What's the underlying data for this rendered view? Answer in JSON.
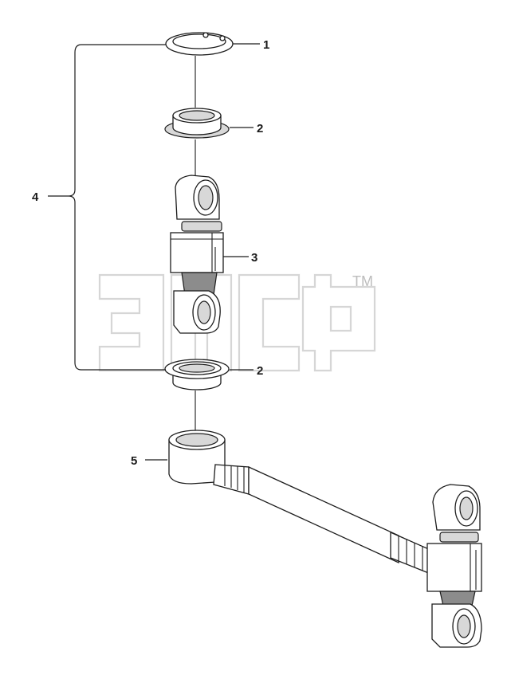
{
  "callouts": [
    {
      "id": "ring",
      "label": "1"
    },
    {
      "id": "bushing-top",
      "label": "2"
    },
    {
      "id": "joint",
      "label": "3"
    },
    {
      "id": "assembly",
      "label": "4"
    },
    {
      "id": "bushing-bottom",
      "label": "2"
    },
    {
      "id": "rod",
      "label": "5"
    }
  ],
  "watermark": {
    "trademark": "TM"
  },
  "colors": {
    "line": "#1c1c1c",
    "shade": "#d8d8d8",
    "watermark": "#cfcfcf"
  }
}
